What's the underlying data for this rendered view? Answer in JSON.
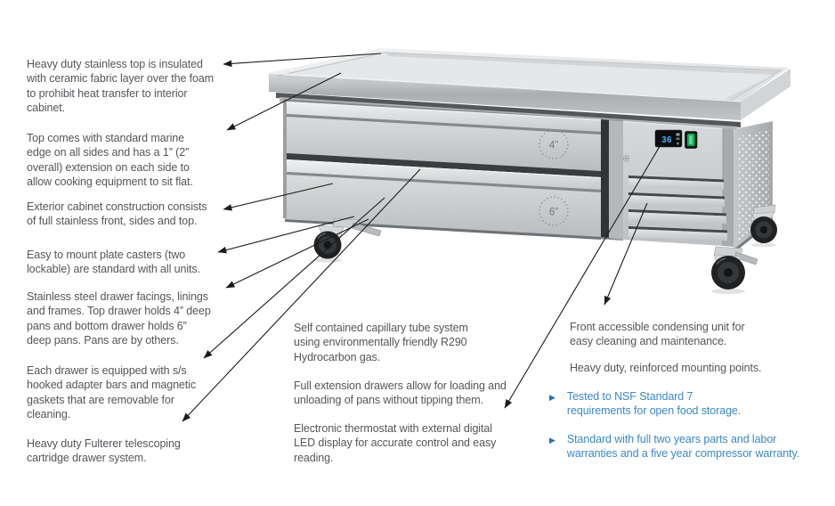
{
  "product": {
    "description": "two-drawer refrigerated chef base",
    "drawer_top_label": "4”",
    "drawer_bottom_label": "6”",
    "display_value": "36"
  },
  "colors": {
    "body_text": "#54565a",
    "blue_text": "#3c87c8",
    "bullet_blue": "#2d6fb0",
    "arrow": "#1c1c1c",
    "display_digits": "#45aef0",
    "switch_green": "#13a854"
  },
  "callouts": {
    "left": [
      {
        "text": "Heavy duty stainless top is insulated\nwith ceramic fabric layer over the foam\nto prohibit heat transfer to interior\ncabinet."
      },
      {
        "text": "Top comes with standard marine\nedge on all sides and has a 1” (2”\noverall) extension on each side to\nallow cooking equipment to sit flat."
      },
      {
        "text": "Exterior cabinet construction consists\nof full stainless front, sides and top."
      },
      {
        "text": "Easy to mount plate casters (two\nlockable) are standard with all units."
      },
      {
        "text": "Stainless steel drawer facings, linings\nand frames. Top drawer holds 4” deep\npans and bottom drawer holds 6”\ndeep pans. Pans are by others."
      },
      {
        "text": "Each drawer is equipped with s/s\nhooked adapter bars and magnetic\ngaskets that are removable for\ncleaning."
      },
      {
        "text": "Heavy duty Fulterer telescoping\ncartridge drawer system."
      }
    ],
    "middle": [
      {
        "text": "Self contained capillary tube system\nusing environmentally friendly R290\nHydrocarbon gas."
      },
      {
        "text": "Full extension drawers allow for loading and\nunloading of pans without tipping them."
      },
      {
        "text": "Electronic thermostat with external digital\nLED display for accurate  control and easy\nreading."
      }
    ],
    "right": [
      {
        "text": "Front accessible condensing unit for\neasy cleaning and maintenance."
      },
      {
        "text": "Heavy duty, reinforced mounting points."
      }
    ],
    "right_bullets": [
      {
        "marker": "▶",
        "text": "Tested to NSF Standard 7\nrequirements for open food storage."
      },
      {
        "marker": "▶",
        "text": "Standard with full two years parts and labor\nwarranties and a five year compressor warranty."
      }
    ]
  }
}
